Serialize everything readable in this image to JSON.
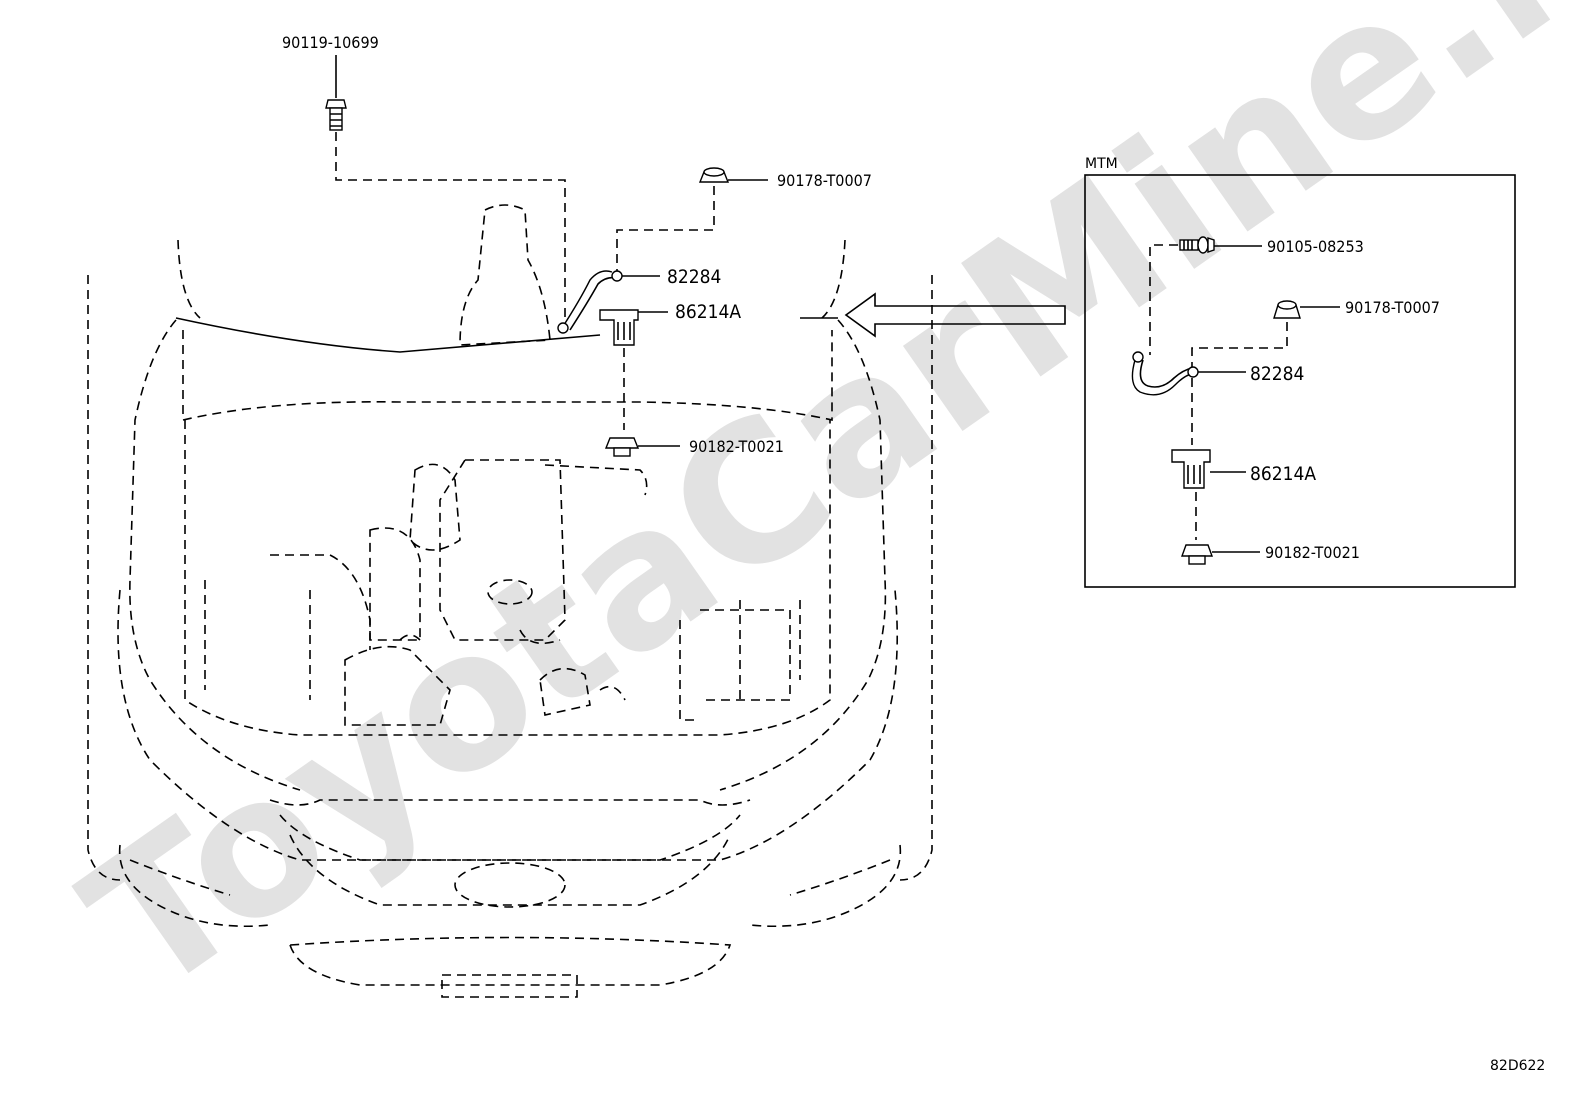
{
  "watermark": "ToyotaCarMine.ru",
  "main_view": {
    "parts": {
      "bolt_top": "90119-10699",
      "nut_upper": "90178-T0007",
      "strap": "82284",
      "bracket": "86214A",
      "nut_lower": "90182-T0021"
    }
  },
  "inset": {
    "title": "MTM",
    "parts": {
      "bolt": "90105-08253",
      "nut_upper": "90178-T0007",
      "strap": "82284",
      "bracket": "86214A",
      "nut_lower": "90182-T0021"
    }
  },
  "illustration_code": "82D622"
}
